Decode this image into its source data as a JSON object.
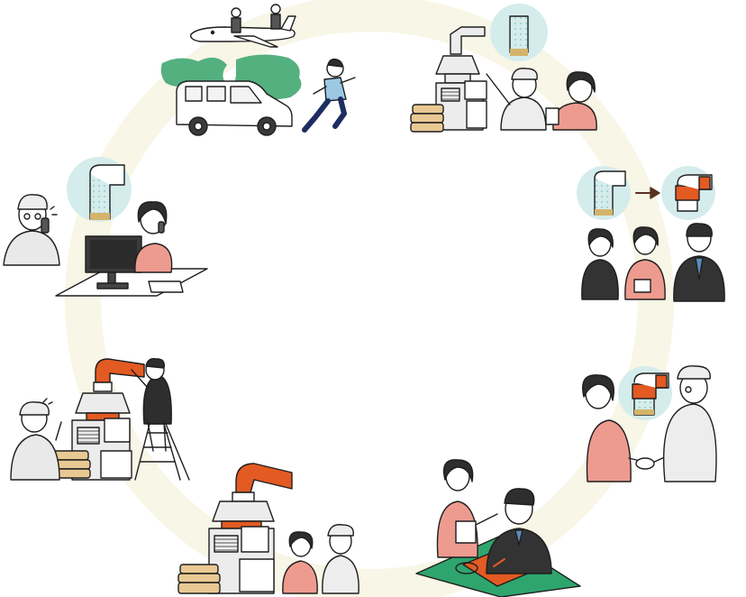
{
  "diagram": {
    "kind": "service-cycle",
    "text_visible": "",
    "steps": [
      {
        "id": 1,
        "name": "inquiry-phone-call"
      },
      {
        "id": 2,
        "name": "on-site-visit"
      },
      {
        "id": 3,
        "name": "site-survey"
      },
      {
        "id": 4,
        "name": "proposal"
      },
      {
        "id": 5,
        "name": "agreement-handshake"
      },
      {
        "id": 6,
        "name": "design-drawing"
      },
      {
        "id": 7,
        "name": "installation"
      },
      {
        "id": 8,
        "name": "completion-handover"
      }
    ]
  },
  "colors": {
    "ring": "#f8f6e6",
    "accent_orange": "#e35a22",
    "pink_jacket": "#ee9b8f",
    "dark_suit": "#333333",
    "machine_grey": "#ececec",
    "bubble_teal": "#d5ecec",
    "cardboard": "#e9c993",
    "tree_green": "#54b07f",
    "map_green": "#2fa56e",
    "outline": "#1e1e1e",
    "skin": "#ffffff"
  }
}
